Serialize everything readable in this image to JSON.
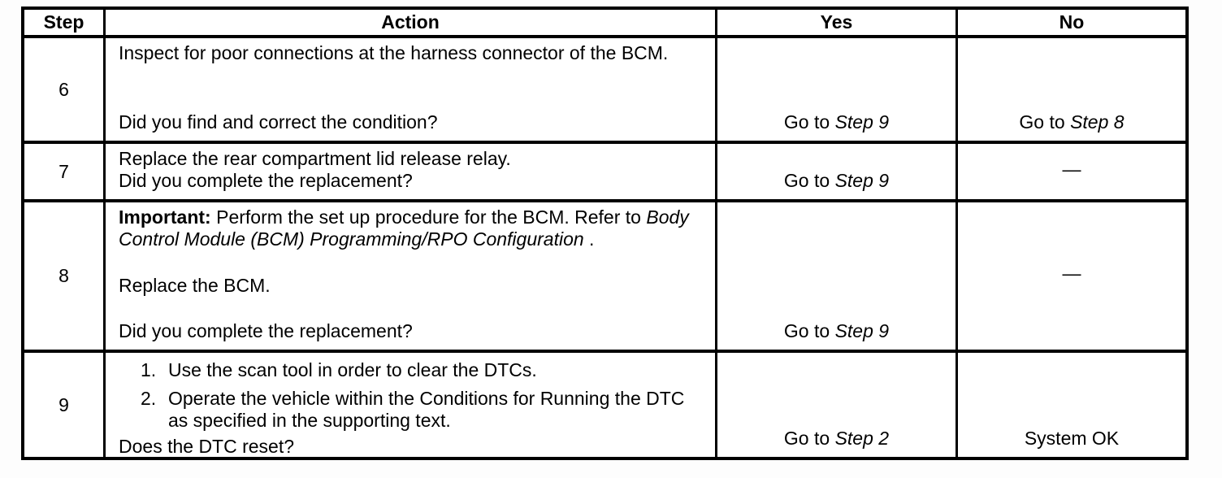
{
  "table": {
    "headers": {
      "step": "Step",
      "action": "Action",
      "yes": "Yes",
      "no": "No"
    },
    "rows": [
      {
        "step": "6",
        "action": "Inspect for poor connections at the harness connector of the BCM.",
        "question": "Did you find and correct the condition?",
        "yes_prefix": "Go to ",
        "yes_step": "Step 9",
        "no_prefix": "Go to ",
        "no_step": "Step 8"
      },
      {
        "step": "7",
        "action": "Replace the rear compartment lid release relay.",
        "question": "Did you complete the replacement?",
        "yes_prefix": "Go to ",
        "yes_step": "Step 9",
        "no_dash": "—"
      },
      {
        "step": "8",
        "important_label": "Important:",
        "important_text": " Perform the set up procedure for the BCM. Refer to ",
        "reference": "Body Control Module (BCM) Programming/RPO Configuration",
        "reference_suffix": " .",
        "action2": "Replace the BCM.",
        "question": "Did you complete the replacement?",
        "yes_prefix": "Go to ",
        "yes_step": "Step 9",
        "no_dash": "—"
      },
      {
        "step": "9",
        "list": [
          {
            "num": "1.",
            "text": "Use the scan tool in order to clear the DTCs."
          },
          {
            "num": "2.",
            "text": "Operate the vehicle within the Conditions for Running the DTC as specified in the supporting text."
          }
        ],
        "question": "Does the DTC reset?",
        "yes_prefix": "Go to ",
        "yes_step": "Step 2",
        "no_text": "System OK"
      }
    ]
  }
}
